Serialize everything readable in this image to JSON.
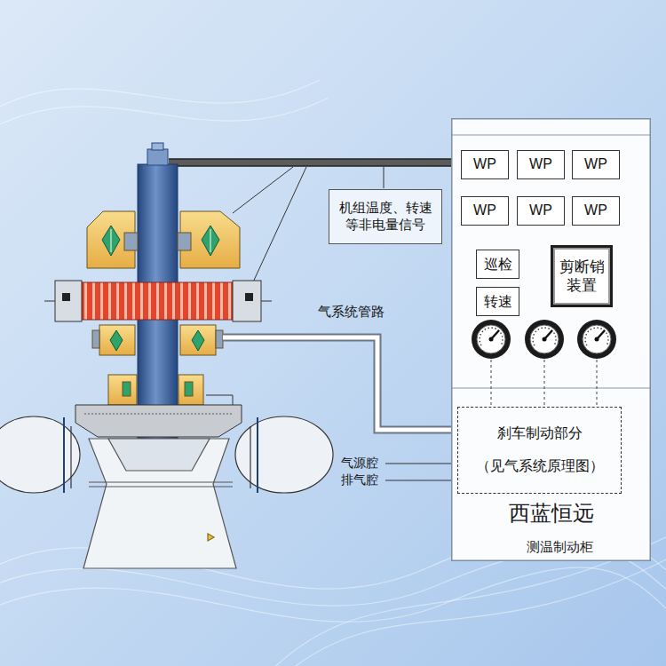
{
  "diagram": {
    "nodes": [
      {
        "text": [
          "西蓝恒远",
          "测温制动柜"
        ]
      },
      {
        "text": [
          "WP"
        ],
        "in": 0
      },
      {
        "text": [
          "WP"
        ],
        "in": 0
      },
      {
        "text": [
          "WP"
        ],
        "in": 0
      },
      {
        "text": [
          "WP"
        ],
        "in": 0
      },
      {
        "text": [
          "WP"
        ],
        "in": 0
      },
      {
        "text": [
          "WP"
        ],
        "in": 0
      },
      {
        "text": [
          "巡检"
        ],
        "in": 0
      },
      {
        "text": [
          "剪断销装置"
        ],
        "in": 0
      },
      {
        "text": [
          "转速"
        ],
        "in": 0
      },
      {
        "text": [
          "刹车制动部分 （见气系统原理图）"
        ],
        "in": 0
      },
      {
        "text": [
          "机组温度、转速等非电量信号"
        ]
      }
    ],
    "labels": [
      "气系统管路",
      "气源腔",
      "排气腔"
    ]
  }
}
